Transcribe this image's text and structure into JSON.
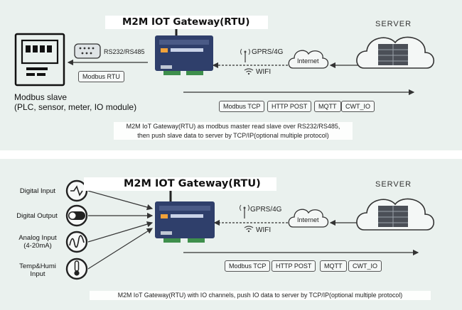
{
  "panel_top": {
    "title": "M2M IOT Gateway(RTU)",
    "rs_label": "RS232/RS485",
    "modbus_rtu": "Modbus RTU",
    "slave_line1": "Modbus slave",
    "slave_line2": "(PLC, sensor, meter, IO module)",
    "gprs": "GPRS/4G",
    "wifi": "WIFI",
    "internet": "Internet",
    "server": "SERVER",
    "protocols": [
      "Modbus TCP",
      "HTTP POST",
      "MQTT",
      "CWT_IO"
    ],
    "caption_line1": "M2M IoT Gateway(RTU) as modbus master read slave over RS232/RS485,",
    "caption_line2": "then push slave data to server by TCP/IP(optional multiple protocol)"
  },
  "panel_bottom": {
    "title": "M2M IOT Gateway(RTU)",
    "inputs": [
      {
        "line1": "Digital Input",
        "line2": "",
        "icon": "digital-input-icon"
      },
      {
        "line1": "Digital Output",
        "line2": "",
        "icon": "toggle-switch-icon"
      },
      {
        "line1": "Analog Input",
        "line2": "(4-20mA)",
        "icon": "analog-wave-icon"
      },
      {
        "line1": "Temp&Humi",
        "line2": "Input",
        "icon": "thermometer-icon"
      }
    ],
    "gprs": "GPRS/4G",
    "wifi": "WIFI",
    "internet": "Internet",
    "server": "SERVER",
    "protocols": [
      "Modbus TCP",
      "HTTP POST",
      "MQTT",
      "CWT_IO"
    ],
    "caption": "M2M IoT Gateway(RTU) with IO channels, push IO data to server by TCP/IP(optional multiple protocol)"
  },
  "colors": {
    "panel_bg": "#eaf1ee",
    "device_blue": "#2f3f6b",
    "arrow": "#333333"
  }
}
